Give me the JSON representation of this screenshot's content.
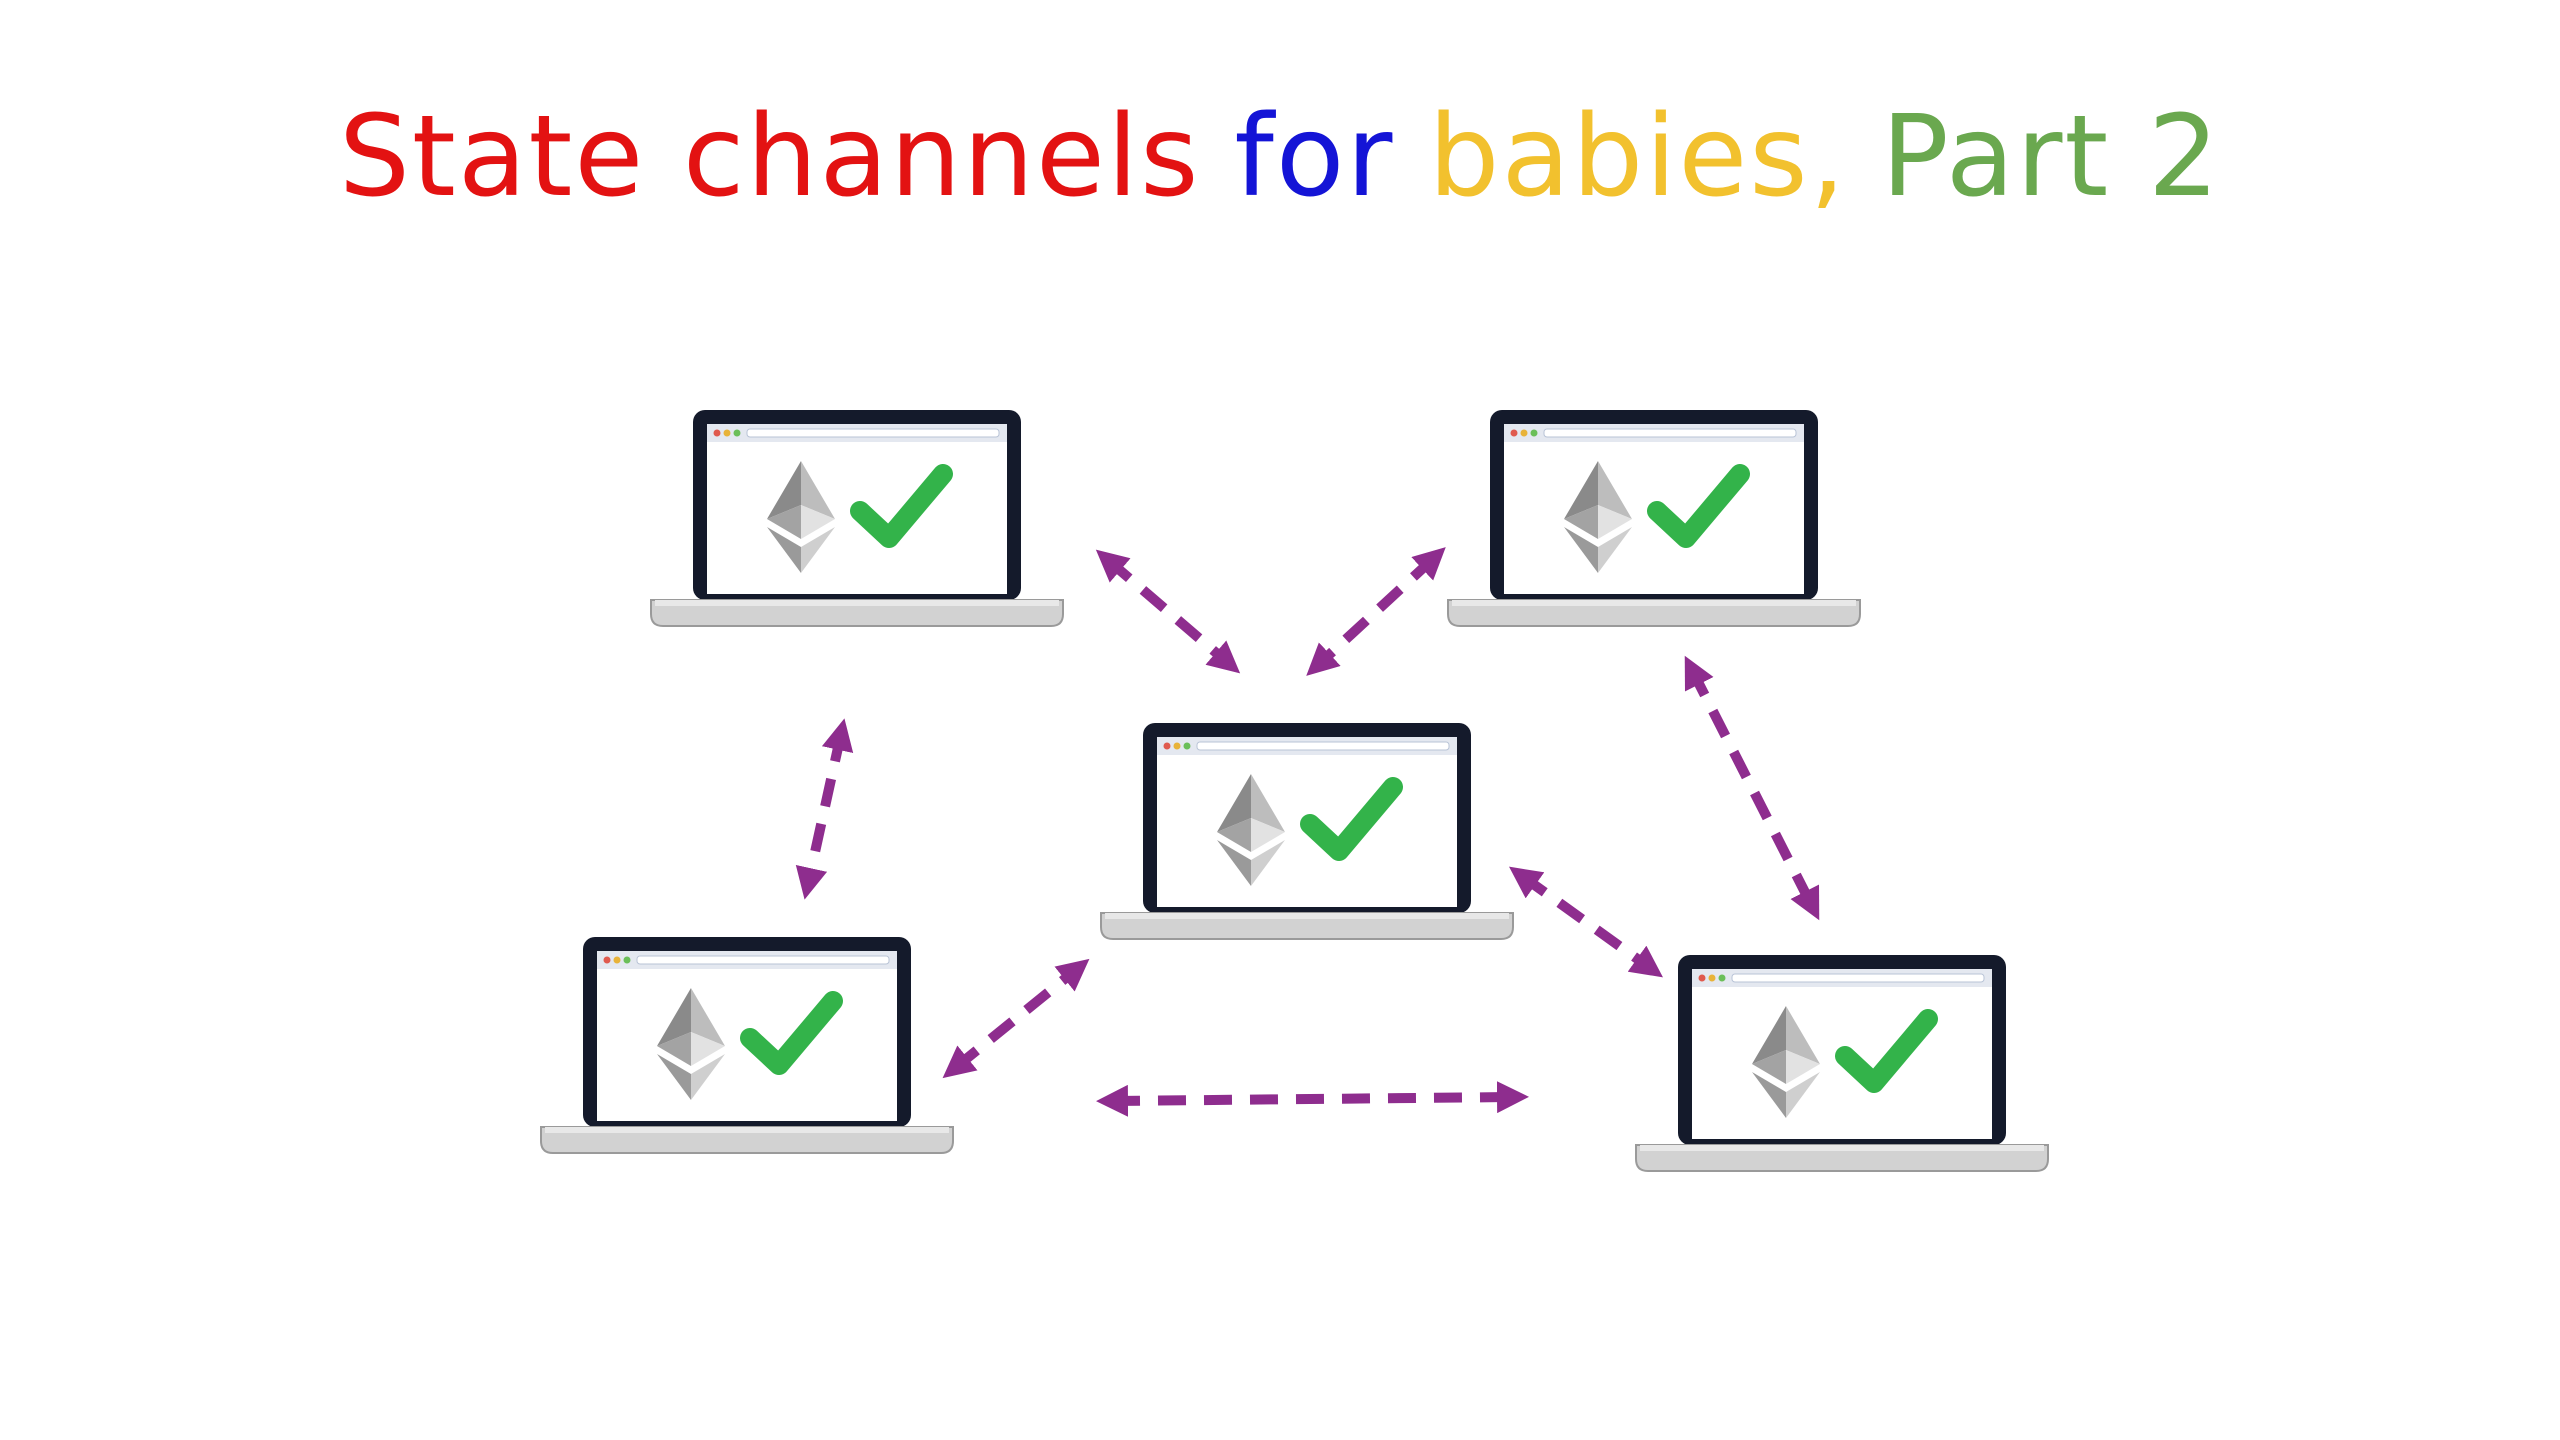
{
  "title": {
    "parts": [
      {
        "text": "State channels",
        "color": "#e31212"
      },
      {
        "text": "for",
        "color": "#1414d6"
      },
      {
        "text": "babies,",
        "color": "#f2c12e"
      },
      {
        "text": "Part 2",
        "color": "#6aa84f"
      }
    ]
  },
  "diagram": {
    "arrow_color": "#8e2d8e",
    "check_color": "#33b34a",
    "laptop_frame_color": "#141a2b",
    "laptop_base_color": "#d2d2d2",
    "nodes": [
      {
        "id": "laptop-top-left",
        "icons": [
          "ethereum-icon",
          "checkmark-icon"
        ]
      },
      {
        "id": "laptop-top-right",
        "icons": [
          "ethereum-icon",
          "checkmark-icon"
        ]
      },
      {
        "id": "laptop-center",
        "icons": [
          "ethereum-icon",
          "checkmark-icon"
        ]
      },
      {
        "id": "laptop-bottom-left",
        "icons": [
          "ethereum-icon",
          "checkmark-icon"
        ]
      },
      {
        "id": "laptop-bottom-right",
        "icons": [
          "ethereum-icon",
          "checkmark-icon"
        ]
      }
    ],
    "edges": [
      {
        "from": "laptop-top-left",
        "to": "laptop-center",
        "style": "dashed-double-arrow"
      },
      {
        "from": "laptop-top-right",
        "to": "laptop-center",
        "style": "dashed-double-arrow"
      },
      {
        "from": "laptop-top-left",
        "to": "laptop-bottom-left",
        "style": "dashed-double-arrow"
      },
      {
        "from": "laptop-top-right",
        "to": "laptop-bottom-right",
        "style": "dashed-double-arrow"
      },
      {
        "from": "laptop-bottom-left",
        "to": "laptop-center",
        "style": "dashed-double-arrow"
      },
      {
        "from": "laptop-center",
        "to": "laptop-bottom-right",
        "style": "dashed-double-arrow"
      },
      {
        "from": "laptop-bottom-left",
        "to": "laptop-bottom-right",
        "style": "dashed-double-arrow"
      }
    ]
  }
}
